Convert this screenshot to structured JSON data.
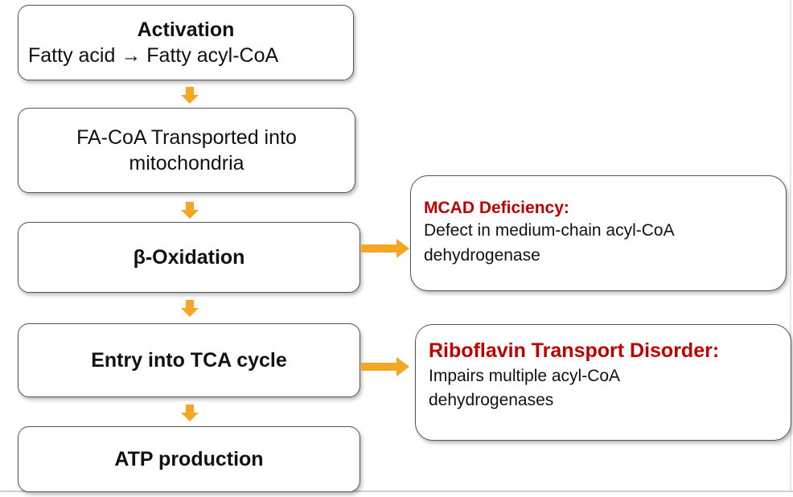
{
  "flow": {
    "steps": [
      {
        "title": "Activation",
        "line": "Fatty acid → Fatty acyl-CoA"
      },
      {
        "line1": "FA-CoA  Transported into",
        "line2": "mitochondria"
      },
      {
        "title": "β-Oxidation"
      },
      {
        "title": "Entry into TCA cycle"
      },
      {
        "title": "ATP production"
      }
    ]
  },
  "disorders": [
    {
      "title": "MCAD Deficiency:",
      "body1": "Defect in medium-chain acyl-CoA",
      "body2": "dehydrogenase"
    },
    {
      "title": "Riboflavin Transport Disorder:",
      "body1": "Impairs multiple acyl-CoA",
      "body2": "dehydrogenases"
    }
  ],
  "colors": {
    "arrow": "#f5a623",
    "disorder_title": "#c00000",
    "box_border": "#555555"
  },
  "icons": {
    "down_arrow": "arrow-down-icon",
    "right_arrow": "arrow-right-icon"
  }
}
